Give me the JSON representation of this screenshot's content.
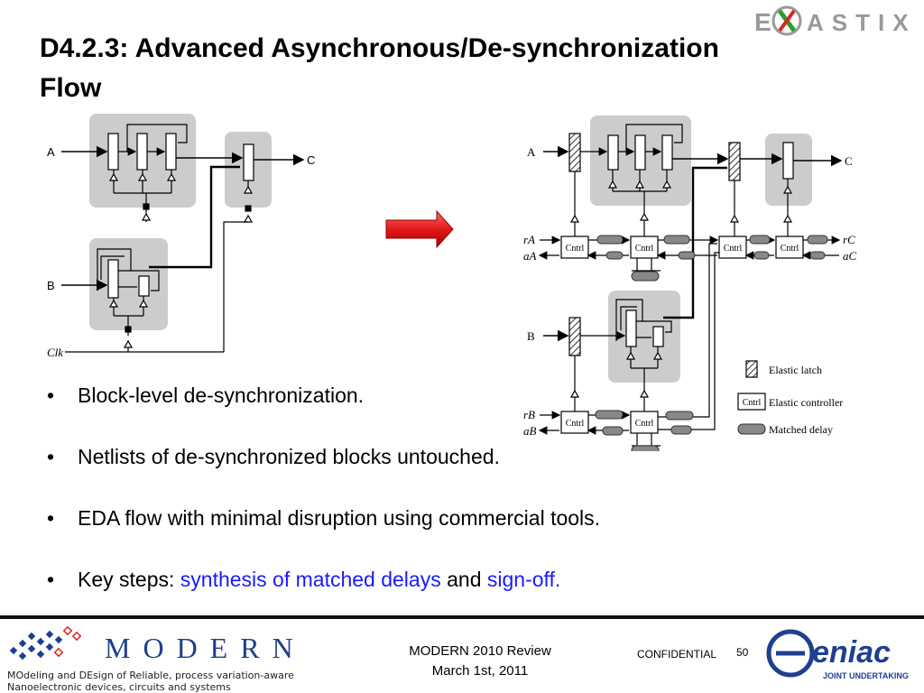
{
  "header": {
    "title_line1": "D4.2.3: Advanced Asynchronous/De-synchronization",
    "title_line2": "Flow",
    "top_logo": "ELASTIX"
  },
  "diagram_left": {
    "signals": {
      "a": "A",
      "b": "B",
      "c": "C",
      "clk": "Clk"
    }
  },
  "diagram_right": {
    "signals": {
      "a": "A",
      "b": "B",
      "c": "C",
      "ra": "rA",
      "aa": "aA",
      "rc": "rC",
      "ac": "aC",
      "rb": "rB",
      "ab": "aB"
    },
    "ctrl_label": "Cntrl",
    "legend": {
      "latch": "Elastic latch",
      "controller": "Elastic controller",
      "delay": "Matched delay"
    }
  },
  "bullets": {
    "b1": "Block-level de-synchronization.",
    "b2": "Netlists of de-synchronized blocks untouched.",
    "b3": "EDA flow with minimal disruption using commercial tools.",
    "b4_prefix": "Key steps: ",
    "b4_link1": "synthesis of matched delays",
    "b4_mid": " and ",
    "b4_link2": "sign-off."
  },
  "footer": {
    "review": "MODERN 2010 Review",
    "date": "March 1st, 2011",
    "confidential": "CONFIDENTIAL",
    "page": "50",
    "modern_logo": "MODERN",
    "modern_sub_1": "MOdeling and DEsign of Reliable, process variation-aware",
    "modern_sub_2": "Nanoelectronic devices, circuits and systems",
    "eniac_logo": "eniac",
    "eniac_sub": "JOINT UNDERTAKING"
  },
  "colors": {
    "link": "#1a1aff",
    "arrow": "#e11818",
    "block_bg": "#cccccc",
    "modern_blue": "#1f3f8f"
  }
}
